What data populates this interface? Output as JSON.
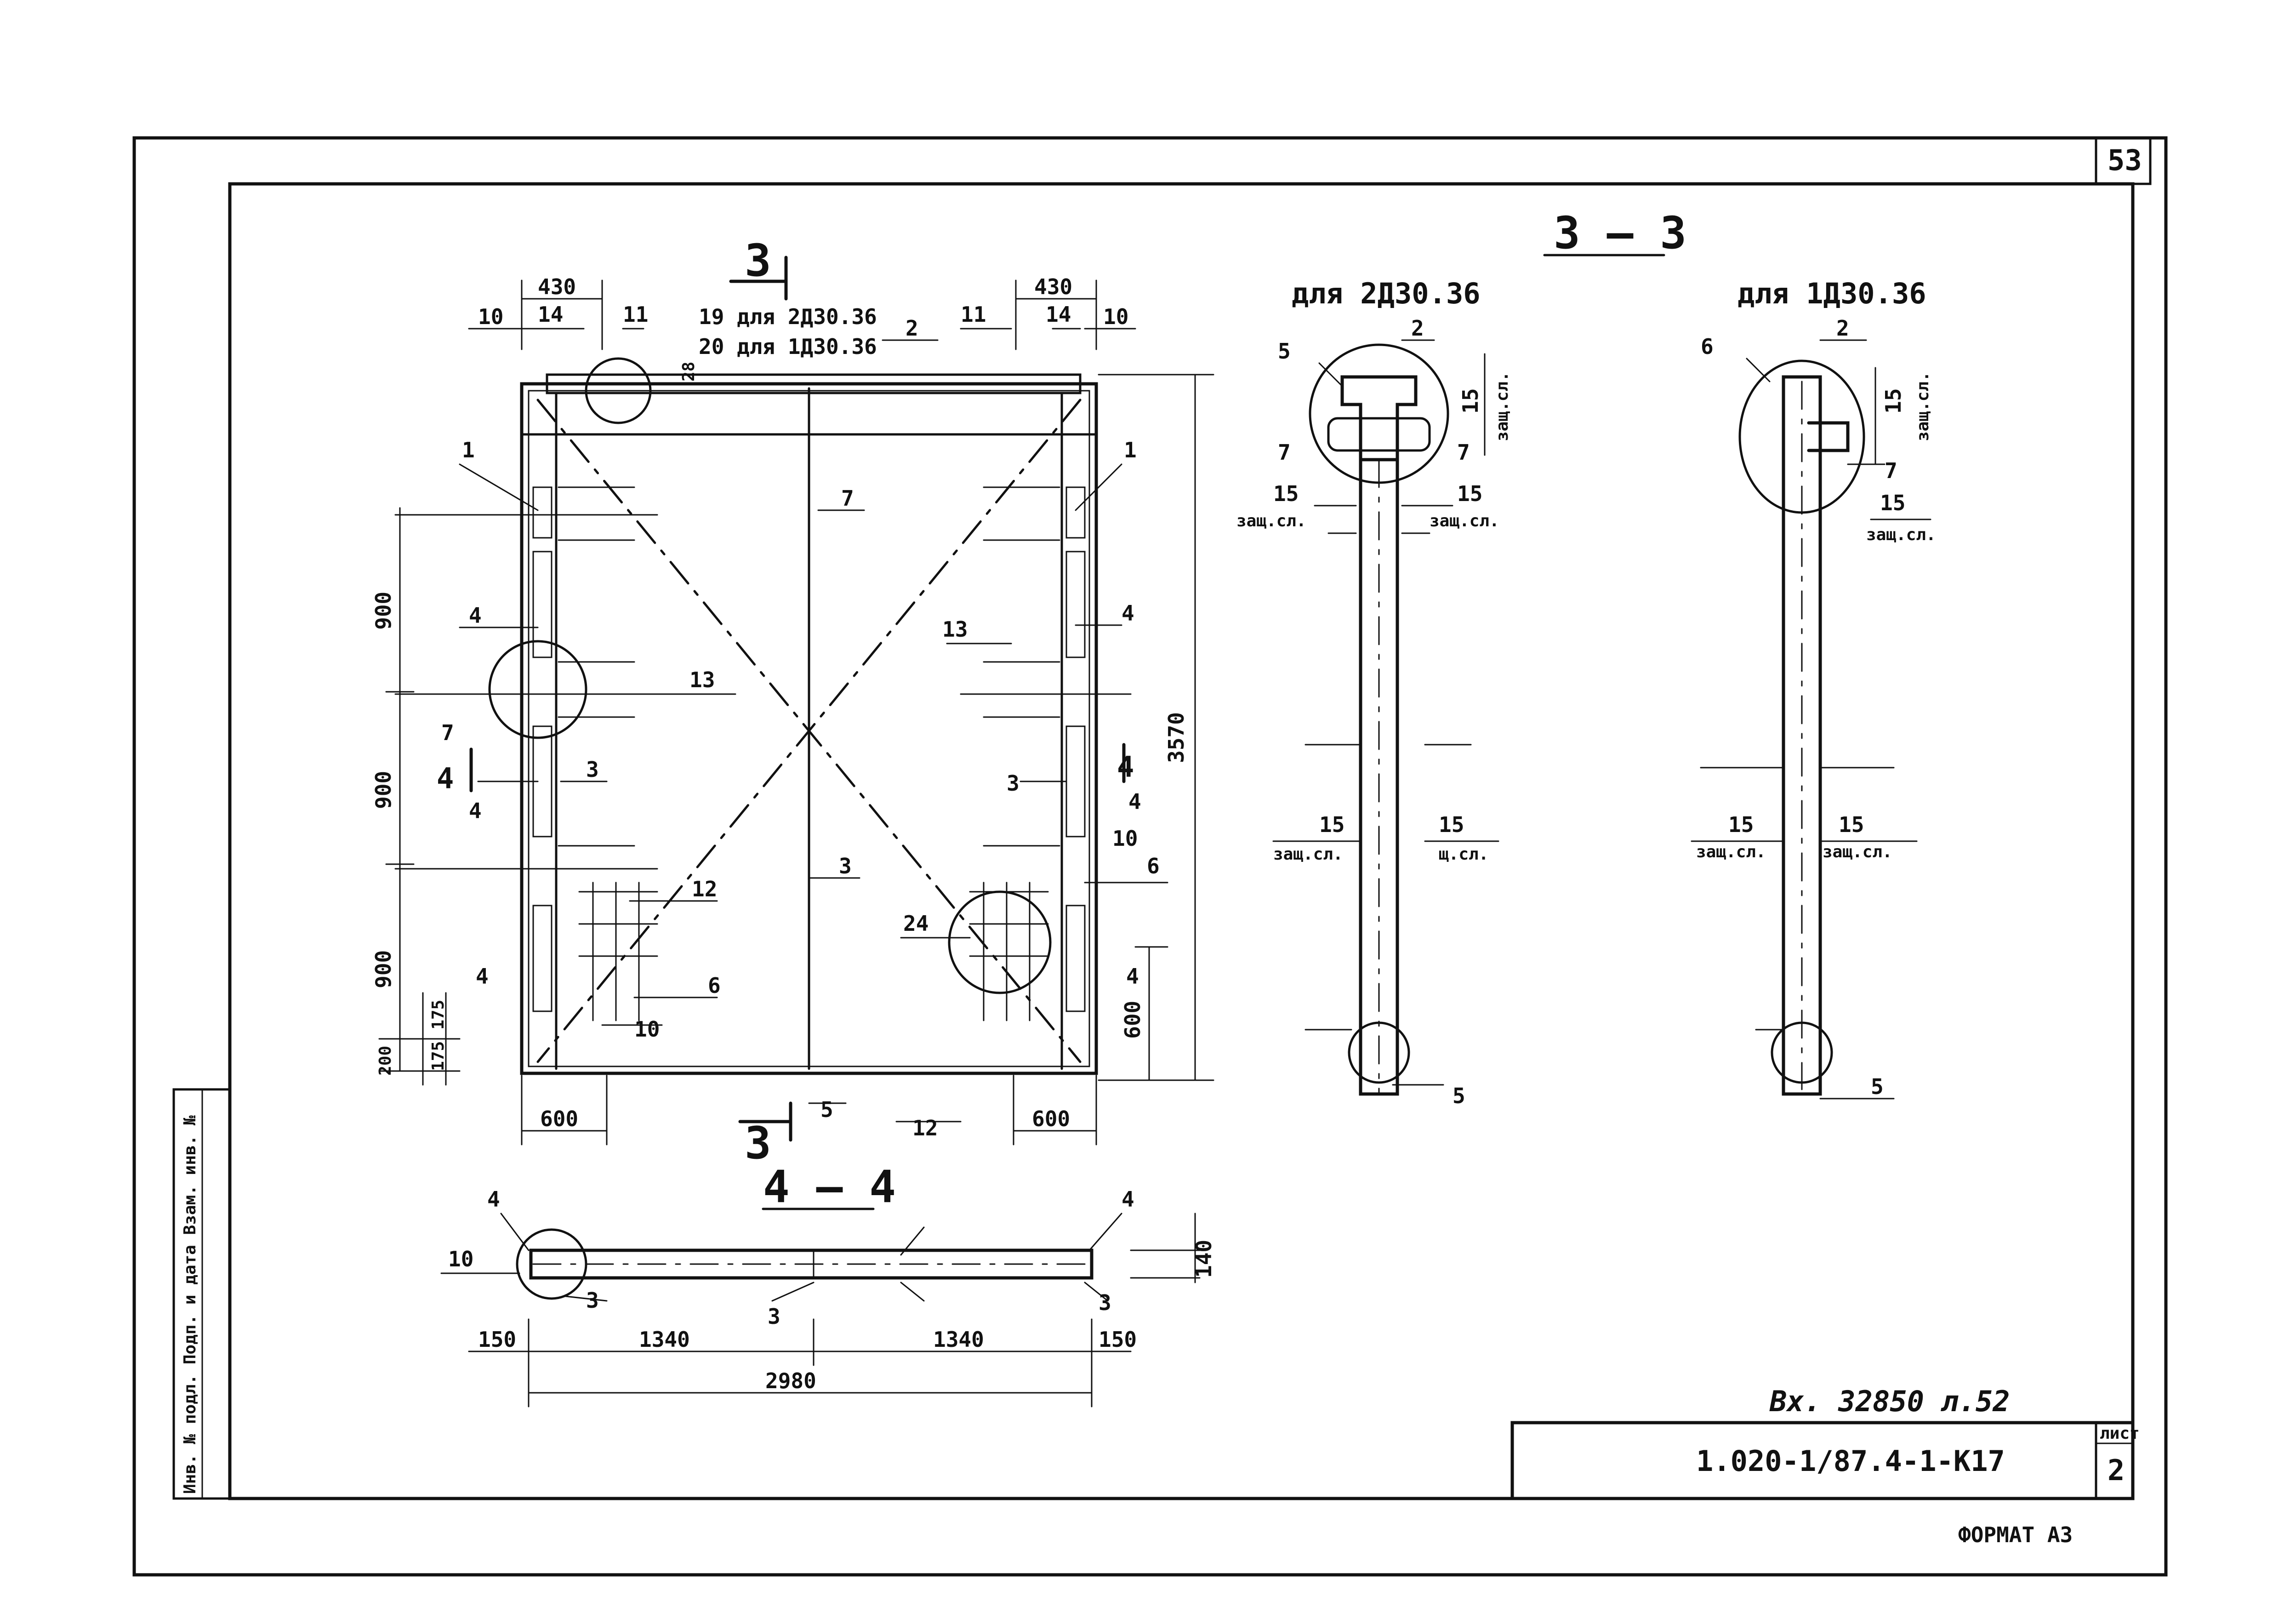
{
  "sheet": {
    "page_number": "53",
    "format": "ФОРМАТ А3",
    "doc_code": "1.020-1/87.4-1-К17",
    "sheet_label": "лист",
    "sheet_number": "2",
    "inventory_note": "Вх. 32850 л.52",
    "side_stamp": "Инв. № подл.  Подп. и дата  Взам. инв. №"
  },
  "plan": {
    "section_mark": "3",
    "dims": {
      "top_left": "430",
      "top_right": "430",
      "edge_left": "10",
      "edge_right": "10",
      "overall_height": "3570",
      "s1": "900",
      "s2": "900",
      "s3": "900",
      "b1": "175",
      "b2": "175",
      "b3": "200",
      "bottom_left": "600",
      "bottom_right": "600",
      "right_low": "600",
      "top_small": "28"
    },
    "notes": {
      "n19": "19 для 2Д30.36",
      "n20": "20 для 1Д30.36"
    },
    "callouts": {
      "c1": "1",
      "c2": "2",
      "c3": "3",
      "c4": "4",
      "c5": "5",
      "c6": "6",
      "c7": "7",
      "c10": "10",
      "c11": "11",
      "c12": "12",
      "c13": "13",
      "c14": "14",
      "c24": "24"
    }
  },
  "section_33": {
    "title": "3 – 3",
    "left_title": "для 2Д30.36",
    "right_title": "для 1Д30.36",
    "cover": "15",
    "cover_note": "защ.сл.",
    "cover_note_short": "щ.сл."
  },
  "section_44": {
    "title": "4 – 4",
    "dims": {
      "d150a": "150",
      "d1340a": "1340",
      "d1340b": "1340",
      "d150b": "150",
      "total": "2980",
      "height": "140"
    }
  }
}
